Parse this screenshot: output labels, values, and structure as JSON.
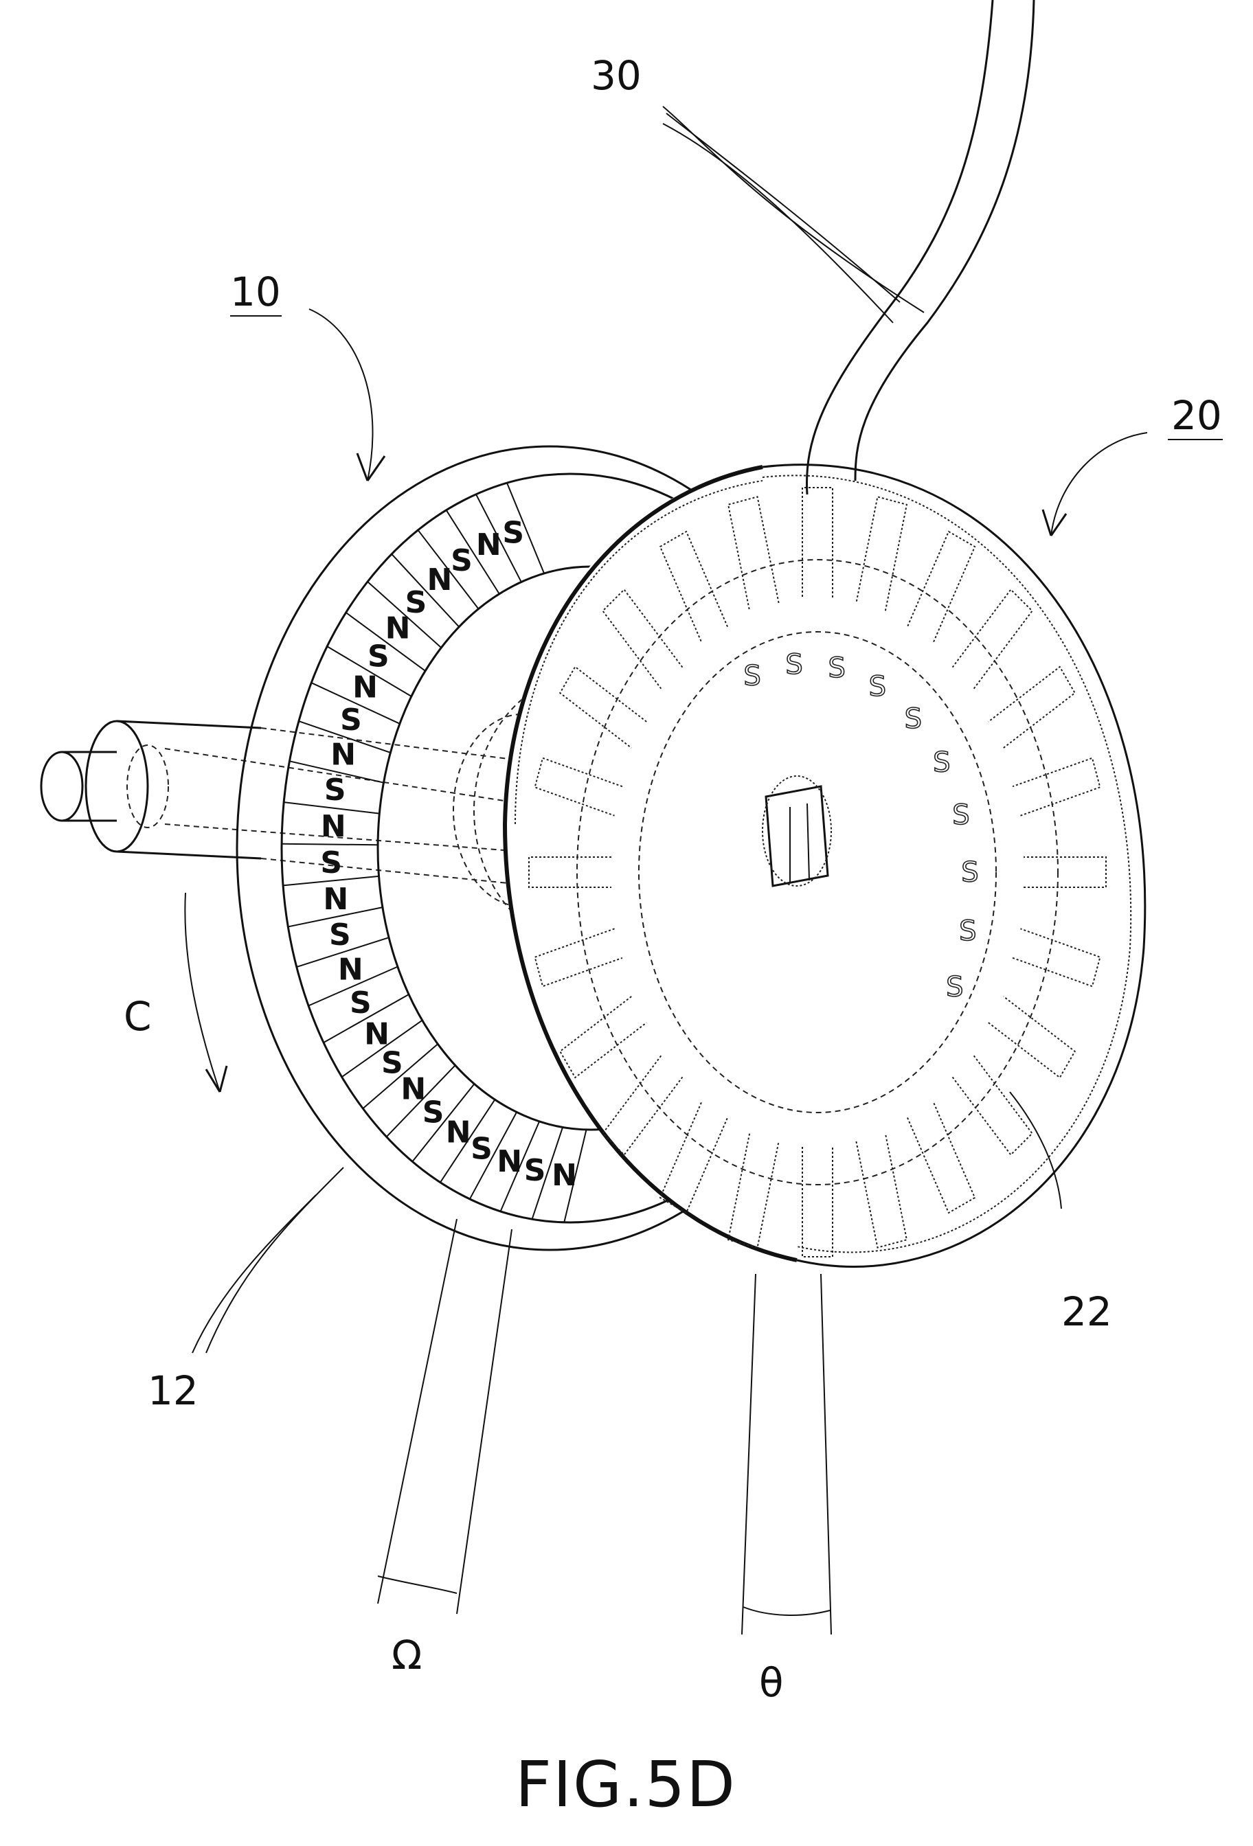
{
  "labels": {
    "ref_10": "10",
    "ref_20": "20",
    "ref_30": "30",
    "ref_12": "12",
    "ref_22": "22",
    "ref_C": "C",
    "omega": "Ω",
    "theta": "θ"
  },
  "poles": [
    "N",
    "S",
    "N",
    "S",
    "N",
    "S",
    "N",
    "S",
    "N",
    "S",
    "N",
    "S",
    "N",
    "S",
    "N",
    "S",
    "N",
    "S",
    "N",
    "S",
    "N",
    "S",
    "N",
    "S",
    "N",
    "S"
  ],
  "stator_poles": [
    "S",
    "S",
    "S",
    "S",
    "S",
    "S",
    "S",
    "S",
    "S",
    "S"
  ],
  "caption": "FIG.5D"
}
